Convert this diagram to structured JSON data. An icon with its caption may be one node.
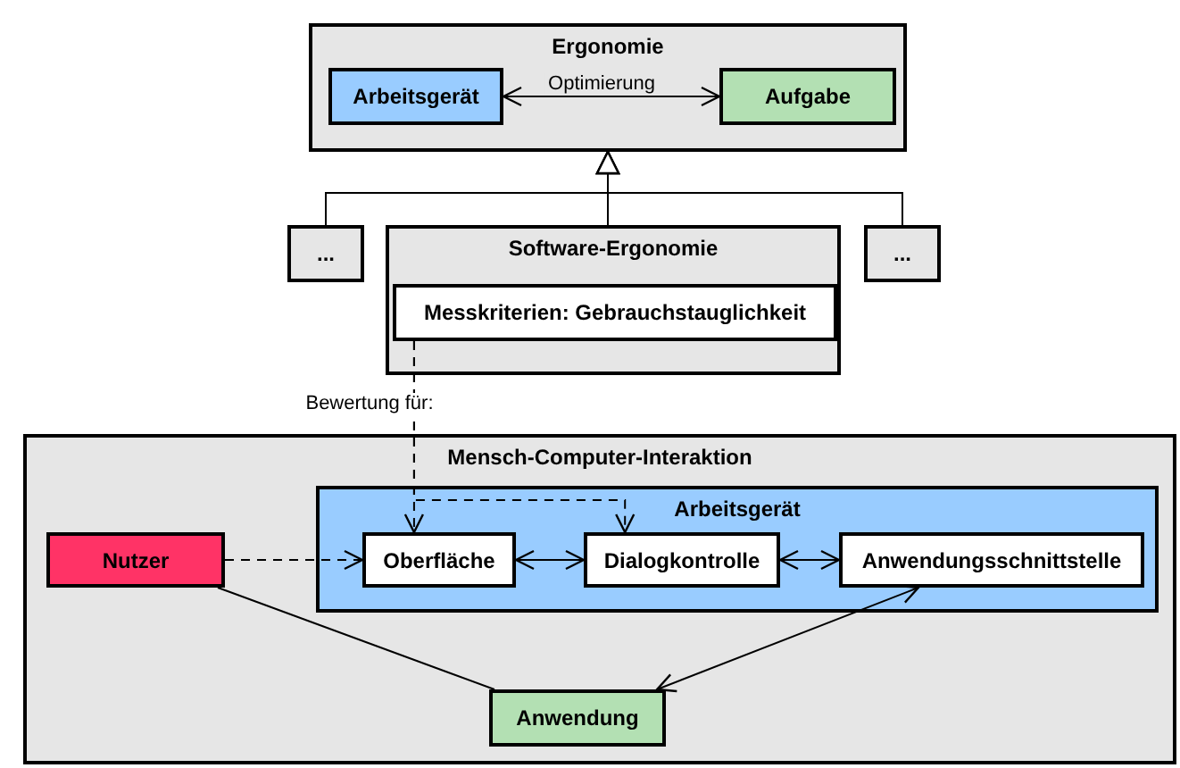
{
  "diagram": {
    "nodes": [
      {
        "text": [
          "Ergonomie"
        ]
      },
      {
        "text": [
          "Arbeitsgerät"
        ],
        "in": 0
      },
      {
        "text": [
          "Aufgabe"
        ],
        "in": 0
      },
      {
        "text": [
          "..."
        ]
      },
      {
        "text": [
          "Software-Ergonomie"
        ]
      },
      {
        "text": [
          "Messkriterien: Gebrauchstauglichkeit"
        ],
        "in": 4
      },
      {
        "text": [
          "..."
        ]
      },
      {
        "text": [
          "Mensch-Computer-Interaktion"
        ]
      },
      {
        "text": [
          "Nutzer"
        ],
        "in": 7
      },
      {
        "text": [
          "Arbeitsgerät"
        ],
        "in": 7
      },
      {
        "text": [
          "Oberfläche"
        ],
        "in": 9
      },
      {
        "text": [
          "Dialogkontrolle"
        ],
        "in": 9
      },
      {
        "text": [
          "Anwendungsschnittstelle"
        ],
        "in": 9
      },
      {
        "text": [
          "Anwendung"
        ],
        "in": 7
      }
    ],
    "edges": [
      {
        "from": 1,
        "to": 2,
        "arrow": "both",
        "label": "Optimierung"
      },
      {
        "from": 3,
        "to": 0,
        "arrow": "to"
      },
      {
        "from": 4,
        "to": 0,
        "arrow": "to"
      },
      {
        "from": 6,
        "to": 0,
        "arrow": "to"
      },
      {
        "from": 5,
        "to": 10,
        "arrow": "to",
        "style": "dashed",
        "label": "Bewertung für:"
      },
      {
        "from": 5,
        "to": 11,
        "arrow": "to",
        "style": "dashed"
      },
      {
        "from": 8,
        "to": 10,
        "arrow": "to",
        "style": "dashed"
      },
      {
        "from": 10,
        "to": 11,
        "arrow": "both"
      },
      {
        "from": 11,
        "to": 12,
        "arrow": "both"
      },
      {
        "from": 8,
        "to": 13,
        "arrow": "none"
      },
      {
        "from": 12,
        "to": 13,
        "arrow": "both"
      }
    ]
  }
}
